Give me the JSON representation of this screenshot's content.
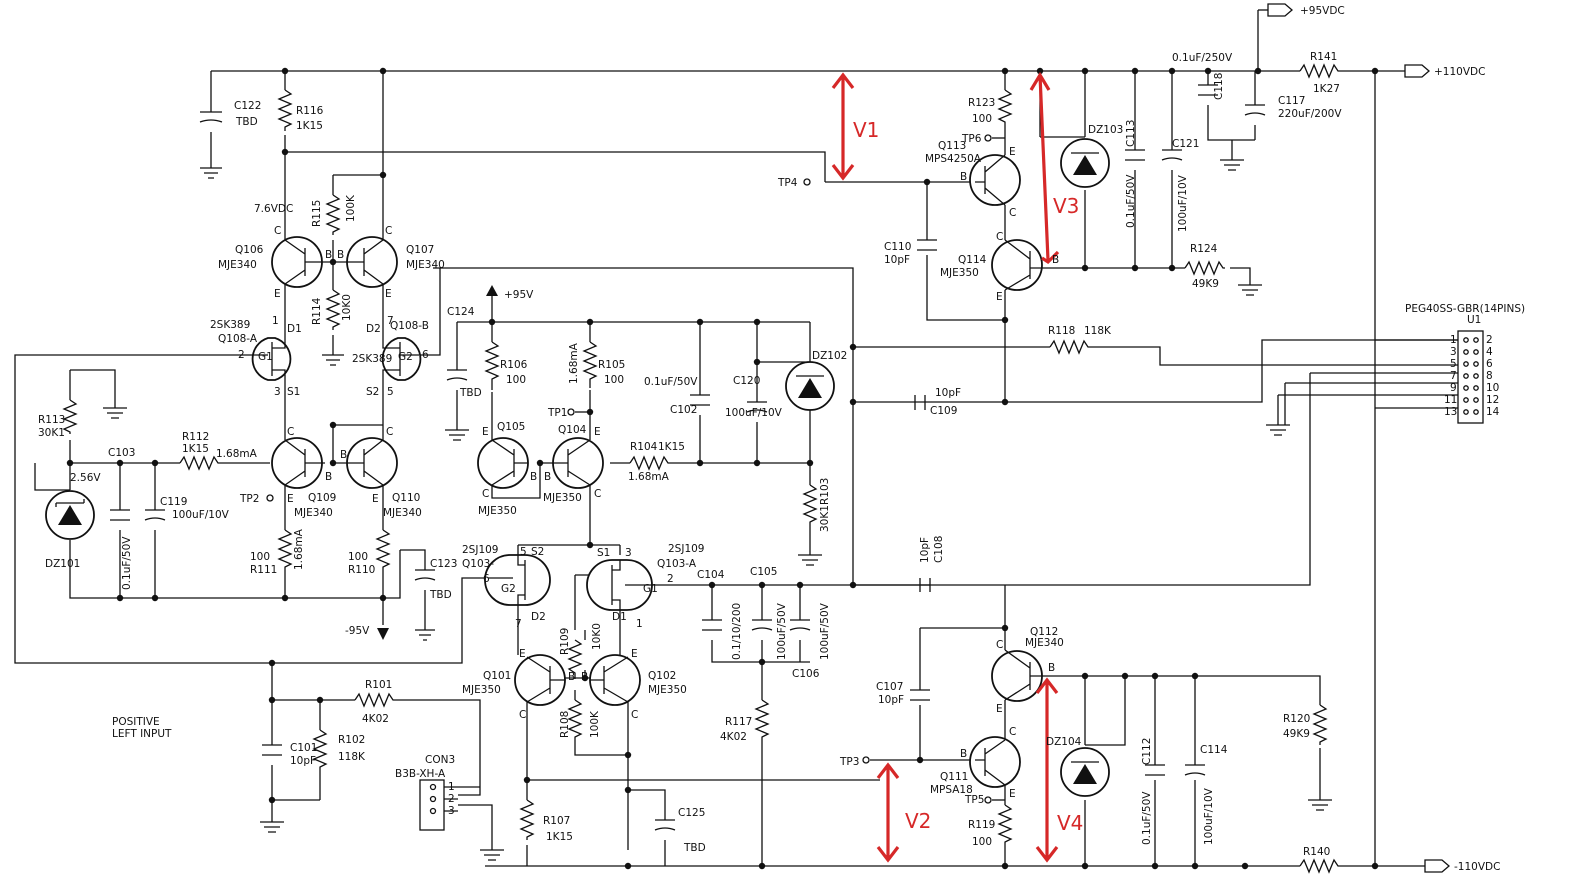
{
  "rails": {
    "p95": "+95VDC",
    "p110": "+110VDC",
    "n110": "-110VDC",
    "p95v": "+95V",
    "n95v": "-95V"
  },
  "connector_u1": {
    "part": "PEG40SS-GBR(14PINS)",
    "ref": "U1",
    "pins_left": [
      "1",
      "3",
      "5",
      "7",
      "9",
      "11",
      "13"
    ],
    "pins_right": [
      "2",
      "4",
      "6",
      "8",
      "10",
      "12",
      "14"
    ]
  },
  "con3": {
    "ref": "CON3",
    "part": "B3B-XH-A",
    "pins": [
      "1",
      "2",
      "3"
    ]
  },
  "input_label": {
    "line1": "POSITIVE",
    "line2": "LEFT INPUT"
  },
  "voltage_marks": {
    "v1": "V1",
    "v2": "V2",
    "v3": "V3",
    "v4": "V4",
    "color": "#d62828"
  },
  "test_points": {
    "tp1": "TP1",
    "tp2": "TP2",
    "tp3": "TP3",
    "tp4": "TP4",
    "tp5": "TP5",
    "tp6": "TP6"
  },
  "transistors": {
    "q101": {
      "ref": "Q101",
      "part": "MJE350"
    },
    "q102": {
      "ref": "Q102",
      "part": "MJE350"
    },
    "q103": {
      "ref": "Q103-A",
      "part": "2SJ109"
    },
    "q103b": {
      "ref": "Q103-",
      "part": "2SJ109"
    },
    "q104": {
      "ref": "Q104",
      "part": "MJE350"
    },
    "q105": {
      "ref": "Q105",
      "part": "MJE350"
    },
    "q106": {
      "ref": "Q106",
      "part": "MJE340"
    },
    "q107": {
      "ref": "Q107",
      "part": "MJE340"
    },
    "q108a": {
      "ref": "Q108-A",
      "part": "2SK389"
    },
    "q108b": {
      "ref": "Q108-B",
      "part": "2SK389"
    },
    "q109": {
      "ref": "Q109",
      "part": "MJE340"
    },
    "q110": {
      "ref": "Q110",
      "part": "MJE340"
    },
    "q111": {
      "ref": "Q111",
      "part": "MPSA18"
    },
    "q112": {
      "ref": "Q112",
      "part": "MJE340"
    },
    "q113": {
      "ref": "Q113",
      "part": "MPS4250A"
    },
    "q114": {
      "ref": "Q114",
      "part": "MJE350"
    }
  },
  "resistors": {
    "r101": {
      "ref": "R101",
      "value": "4K02"
    },
    "r102": {
      "ref": "R102",
      "value": "118K"
    },
    "r103": {
      "ref": "R103",
      "value": "30K1"
    },
    "r104": {
      "ref": "R104",
      "value": "1K15"
    },
    "r105": {
      "ref": "R105",
      "value": "100"
    },
    "r106": {
      "ref": "R106",
      "value": "100"
    },
    "r107": {
      "ref": "R107",
      "value": "1K15"
    },
    "r108": {
      "ref": "R108",
      "value": "100K"
    },
    "r109": {
      "ref": "R109",
      "value": "10K0"
    },
    "r110": {
      "ref": "R110",
      "value": "100"
    },
    "r111": {
      "ref": "R111",
      "value": "100"
    },
    "r112": {
      "ref": "R112",
      "value": "1K15"
    },
    "r113": {
      "ref": "R113",
      "value": "30K1"
    },
    "r114": {
      "ref": "R114",
      "value": "10K0"
    },
    "r115": {
      "ref": "R115",
      "value": "100K"
    },
    "r116": {
      "ref": "R116",
      "value": "1K15"
    },
    "r117": {
      "ref": "R117",
      "value": "4K02"
    },
    "r118": {
      "ref": "R118",
      "value": "118K"
    },
    "r119": {
      "ref": "R119",
      "value": "100"
    },
    "r120": {
      "ref": "R120",
      "value": "49K9"
    },
    "r123": {
      "ref": "R123",
      "value": "100"
    },
    "r124": {
      "ref": "R124",
      "value": "49K9"
    },
    "r140": {
      "ref": "R140",
      "value": ""
    },
    "r141": {
      "ref": "R141",
      "value": "1K27"
    }
  },
  "capacitors": {
    "c101": {
      "ref": "C101",
      "value": "10pF"
    },
    "c102": {
      "ref": "C102",
      "value": "0.1uF/50V"
    },
    "c103": {
      "ref": "C103",
      "value": "0.1uF/50V"
    },
    "c104": {
      "ref": "C104",
      "value": "0.1/10/200"
    },
    "c105": {
      "ref": "C105",
      "value": "100uF/50V"
    },
    "c106": {
      "ref": "C106",
      "value": "100uF/50V"
    },
    "c107": {
      "ref": "C107",
      "value": "10pF"
    },
    "c108": {
      "ref": "C108",
      "value": "10pF"
    },
    "c109": {
      "ref": "C109",
      "value": "10pF"
    },
    "c110": {
      "ref": "C110",
      "value": "10pF"
    },
    "c112": {
      "ref": "C112",
      "value": "0.1uF/50V"
    },
    "c113": {
      "ref": "C113",
      "value": "0.1uF/50V"
    },
    "c114": {
      "ref": "C114",
      "value": "100uF/10V"
    },
    "c117": {
      "ref": "C117",
      "value": "220uF/200V"
    },
    "c118": {
      "ref": "C118",
      "value": "0.1uF/250V"
    },
    "c119": {
      "ref": "C119",
      "value": "100uF/10V"
    },
    "c120": {
      "ref": "C120",
      "value": "100uF/10V"
    },
    "c121": {
      "ref": "C121",
      "value": "100uF/10V"
    },
    "c122": {
      "ref": "C122",
      "value": "TBD"
    },
    "c123": {
      "ref": "C123",
      "value": "TBD"
    },
    "c124": {
      "ref": "C124",
      "value": "TBD"
    },
    "c125": {
      "ref": "C125",
      "value": "TBD"
    }
  },
  "diodes": {
    "dz101": {
      "ref": "DZ101",
      "value": "2.56V"
    },
    "dz102": {
      "ref": "DZ102"
    },
    "dz103": {
      "ref": "DZ103"
    },
    "dz104": {
      "ref": "DZ104"
    }
  },
  "annotations": {
    "v76": "7.6VDC",
    "ma1": "1.68mA",
    "ma2": "1.68mA",
    "ma3": "1.68mA",
    "ma4": "1.68mA"
  },
  "pins": {
    "c": "C",
    "b": "B",
    "e": "E",
    "d1": "D1",
    "d2": "D2",
    "s1": "S1",
    "s2": "S2",
    "g1": "G1",
    "g2": "G2",
    "n1": "1",
    "n2": "2",
    "n3": "3",
    "n5": "5",
    "n6": "6",
    "n7": "7"
  }
}
